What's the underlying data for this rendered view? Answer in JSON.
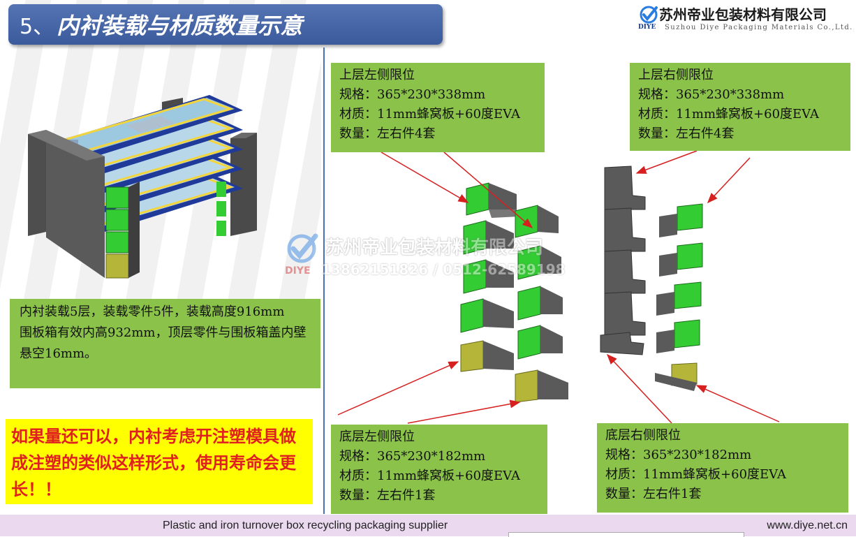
{
  "header": {
    "number": "5、",
    "title": "内衬装载与材质数量示意"
  },
  "logo": {
    "company_cn": "苏州帝业包装材料有限公司",
    "brand": "DIYE",
    "company_en": "Suzhou Diye Packaging Materials Co.,Ltd."
  },
  "watermark": {
    "company_cn": "苏州帝业包装材料有限公司",
    "phone": "13862151826 / 0512-62589198",
    "brand": "DIYE"
  },
  "info_box": {
    "line1": "内衬装载5层，装载零件5件，装载高度916mm",
    "line2": "围板箱有效内高932mm，顶层零件与围板箱盖内壁悬空16mm。"
  },
  "note_box": {
    "text": "如果量还可以，内衬考虑开注塑模具做成注塑的类似这样形式，使用寿命会更长！！"
  },
  "callouts": {
    "top_left": {
      "title": "上层左侧限位",
      "spec": "规格：365*230*338mm",
      "material": "材质：11mm蜂窝板+60度EVA",
      "quantity": "数量：左右件4套"
    },
    "top_right": {
      "title": "上层右侧限位",
      "spec": "规格：365*230*338mm",
      "material": "材质：11mm蜂窝板+60度EVA",
      "quantity": "数量：左右件4套"
    },
    "bottom_left": {
      "title": "底层左侧限位",
      "spec": "规格：365*230*182mm",
      "material": "材质：11mm蜂窝板+60度EVA",
      "quantity": "数量：左右件1套"
    },
    "bottom_right": {
      "title": "底层右侧限位",
      "spec": "规格：365*230*182mm",
      "material": "材质：11mm蜂窝板+60度EVA",
      "quantity": "数量：左右件1套"
    }
  },
  "footer": {
    "tagline": "Plastic and iron turnover box recycling packaging supplier",
    "website": "www.diye.net.cn"
  },
  "colors": {
    "title_bar": "#3f5fa3",
    "callout_green": "#8bc34a",
    "note_yellow": "#ffff00",
    "note_text_red": "#e02020",
    "part_green": "#33cc33",
    "part_gray": "#5a5a5a",
    "part_olive": "#b5b53a",
    "arrow_red": "#d62020",
    "footer_bg": "#ead9ef"
  }
}
